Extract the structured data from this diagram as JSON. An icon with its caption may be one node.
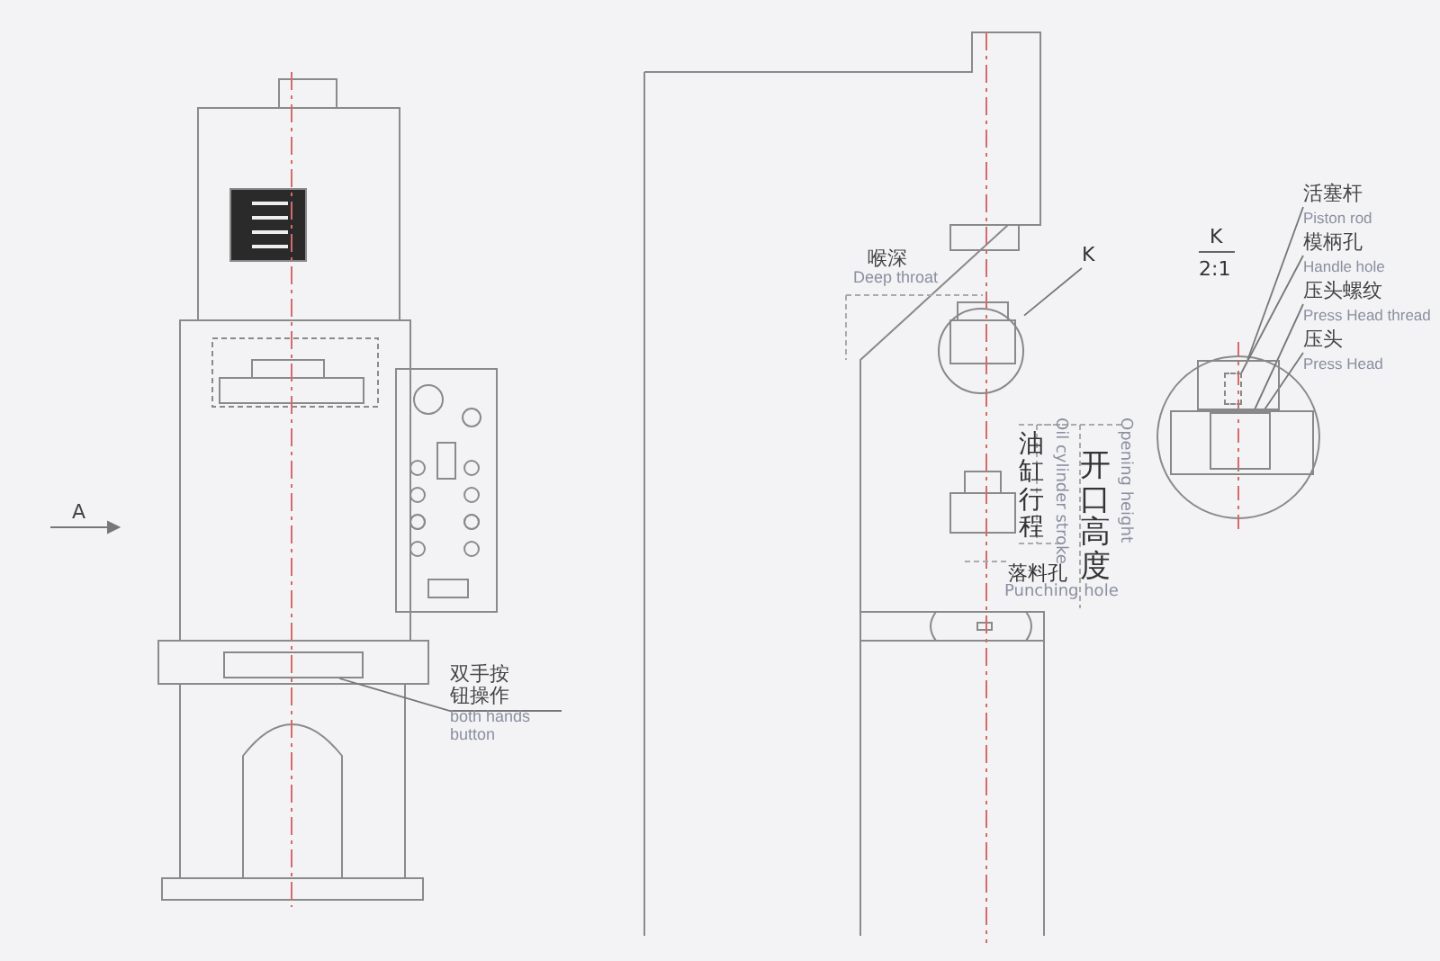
{
  "diagram": {
    "nodes": [
      {
        "text": [
          "双手按钮操作",
          "both hands button"
        ]
      },
      {
        "text": [],
        "shape": "box"
      },
      {
        "text": [
          "活塞杆",
          "Piston rod"
        ]
      },
      {
        "text": [],
        "shape": "box"
      },
      {
        "text": [
          "模柄孔",
          "Handle hole"
        ]
      },
      {
        "text": [],
        "shape": "box",
        "in": 3
      },
      {
        "text": [
          "压头螺纹",
          "Press Head thread"
        ]
      },
      {
        "text": [],
        "shape": "box",
        "in": 9
      },
      {
        "text": [
          "压头",
          "Press Head"
        ]
      },
      {
        "text": [],
        "shape": "box"
      },
      {
        "text": [
          "K"
        ]
      },
      {
        "text": [],
        "shape": "circle"
      }
    ],
    "edges": [
      {
        "from": 0,
        "to": 1,
        "arrow": "none"
      },
      {
        "from": 2,
        "to": 3,
        "arrow": "none"
      },
      {
        "from": 4,
        "to": 5,
        "arrow": "none"
      },
      {
        "from": 6,
        "to": 7,
        "arrow": "none"
      },
      {
        "from": 8,
        "to": 9,
        "arrow": "none"
      },
      {
        "from": 10,
        "to": 11,
        "arrow": "none"
      }
    ],
    "labels": [
      "A",
      "喉深",
      "Deep throat",
      "K",
      "2:1",
      "油缸行程",
      "Oil cylinder stroke",
      "开口高度",
      "Opening height",
      "落料孔",
      "Punching hole"
    ]
  }
}
